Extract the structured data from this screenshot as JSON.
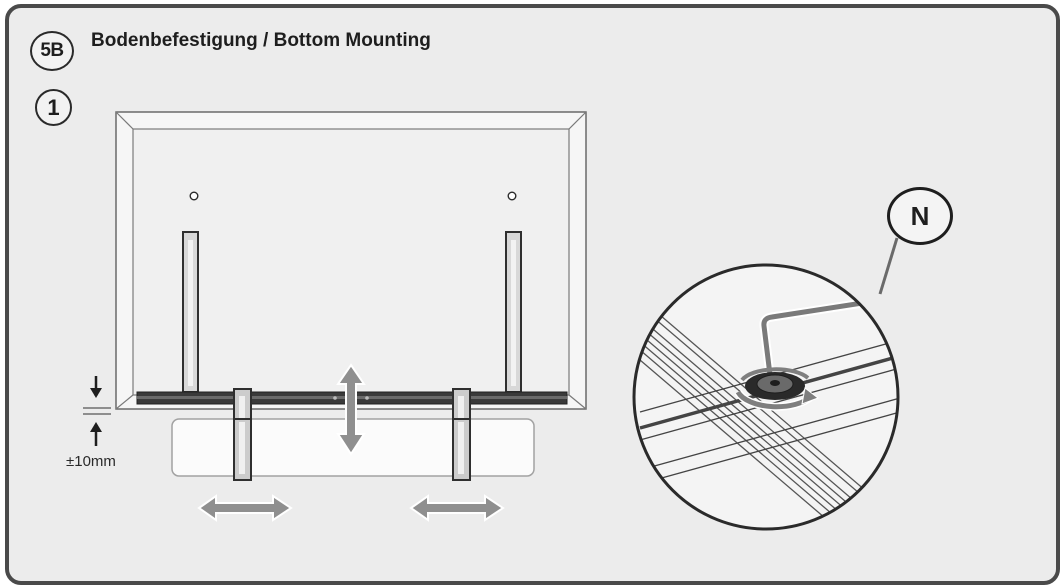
{
  "header": {
    "step_number": "5B",
    "title": "Bodenbefestigung / Bottom Mounting"
  },
  "sub_step": "1",
  "tolerance_label": "±10mm",
  "detail_callout": "N",
  "colors": {
    "background": "#ececec",
    "frame": "#4a4a4a",
    "ink": "#1e1e1e",
    "arrow_fill": "#8a8a8a"
  },
  "icons": [
    "tv-outline",
    "mounting-bracket",
    "soundbar-outline",
    "double-arrow-horizontal",
    "double-arrow-vertical",
    "allen-key",
    "screw",
    "rotation-arrow"
  ]
}
